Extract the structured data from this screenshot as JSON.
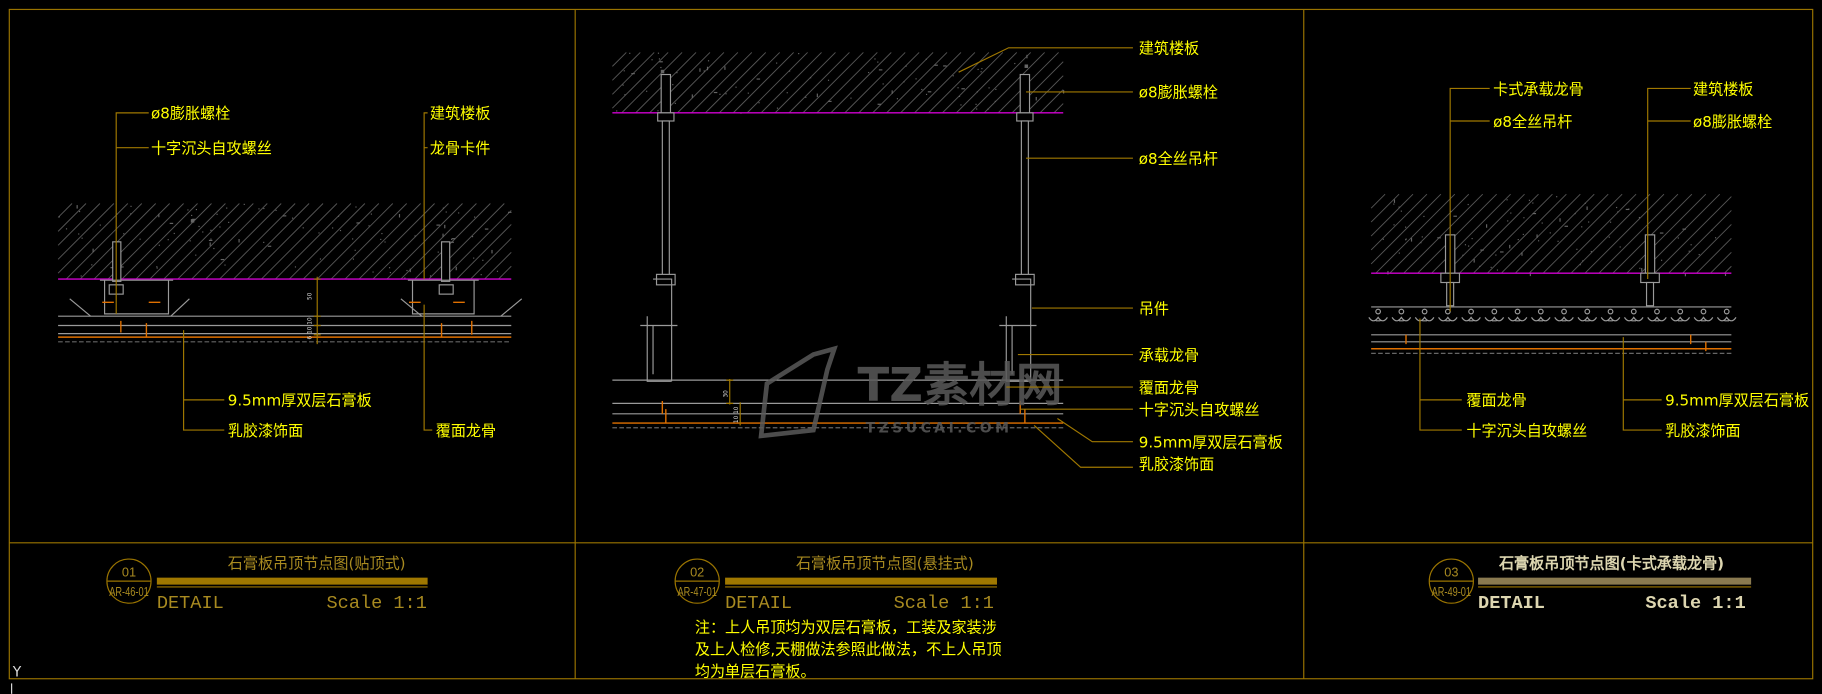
{
  "colors": {
    "frame": "#9a7400",
    "label": "#ffff00",
    "leader": "#a07800",
    "slab_edge": "#d000d0",
    "finish_line": "#e07000"
  },
  "panels": [
    {
      "labels": [
        "ø8膨胀螺栓",
        "十字沉头自攻螺丝",
        "建筑楼板",
        "龙骨卡件",
        "9.5mm厚双层石膏板",
        "乳胶漆饰面",
        "覆面龙骨"
      ],
      "dims": [
        "50",
        "6 10 10"
      ],
      "title": "石膏板吊顶节点图(贴顶式)",
      "number": "01",
      "sheet": "AR-46-01",
      "detail": "DETAIL",
      "scale": "Scale 1:1"
    },
    {
      "labels": [
        "建筑楼板",
        "ø8膨胀螺栓",
        "ø8全丝吊杆",
        "吊件",
        "承载龙骨",
        "覆面龙骨",
        "十字沉头自攻螺丝",
        "9.5mm厚双层石膏板",
        "乳胶漆饰面"
      ],
      "dims": [
        "30",
        "10 10"
      ],
      "title": "石膏板吊顶节点图(悬挂式)",
      "number": "02",
      "sheet": "AR-47-01",
      "detail": "DETAIL",
      "scale": "Scale 1:1",
      "note": [
        "注：上人吊顶均为双层石膏板，工装及家装涉",
        "及上人检修,天棚做法参照此做法，不上人吊顶",
        "均为单层石膏板。"
      ]
    },
    {
      "labels": [
        "卡式承载龙骨",
        "ø8全丝吊杆",
        "建筑楼板",
        "ø8膨胀螺栓",
        "覆面龙骨",
        "十字沉头自攻螺丝",
        "9.5mm厚双层石膏板",
        "乳胶漆饰面"
      ],
      "title": "石膏板吊顶节点图(卡式承载龙骨)",
      "number": "03",
      "sheet": "AR-49-01",
      "detail": "DETAIL",
      "scale": "Scale 1:1"
    }
  ],
  "watermark": {
    "brand": "TZ素材网",
    "site": "TZSUCAI.COM"
  },
  "ucs": {
    "axis": "Y"
  }
}
